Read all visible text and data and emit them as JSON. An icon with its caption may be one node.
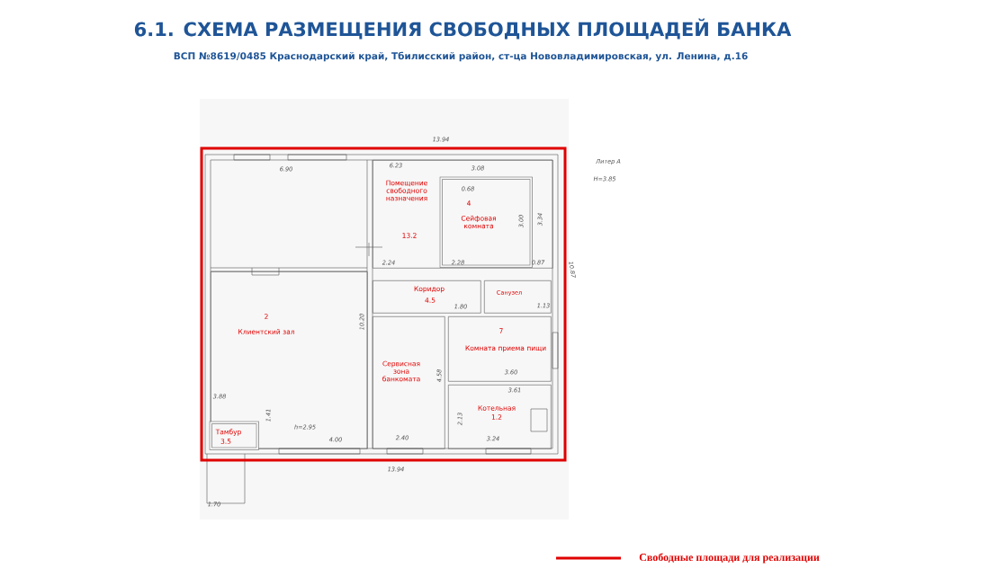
{
  "diagram": {
    "title": "6.1. СХЕМА РАЗМЕЩЕНИЯ СВОБОДНЫХ ПЛОЩАДЕЙ БАНКА",
    "nodes": [
      {
        "text": [
          "Помещение свободного назначения",
          "13.2"
        ]
      },
      {
        "text": [
          "4",
          "Сейфовая комната"
        ],
        "in": 0
      },
      {
        "text": [
          "2",
          "Клиентский зал"
        ]
      },
      {
        "text": [
          "Тамбур",
          "3.5"
        ],
        "in": 2
      },
      {
        "text": [
          "Коридор",
          "4.5"
        ]
      },
      {
        "text": [
          "Санузел"
        ]
      },
      {
        "text": [
          "Сервисная зона банкомата"
        ]
      },
      {
        "text": [
          "7",
          "Комната приема пищи"
        ]
      },
      {
        "text": [
          "Котельная",
          "1.2"
        ]
      }
    ],
    "edges": [],
    "labels": [
      "ВСП №8619/0485 Краснодарский край, Тбилисский район, ст-ца Нововладимировская, ул. Ленина, д.16",
      "13.94",
      "6.90",
      "6.23",
      "3.08",
      "0.68",
      "3.00",
      "3.34",
      "2.24",
      "2.28",
      "0.87",
      "10.87",
      "1.80",
      "1.13",
      "10.20",
      "3.88",
      "1.41",
      "h=2.95",
      "4.00",
      "2.40",
      "4.58",
      "3.60",
      "3.61",
      "2.13",
      "3.24",
      "13.94",
      "1.70",
      "Литер А",
      "Н=3.85"
    ],
    "legend": [
      {
        "text": "Свободные площади для реализации"
      }
    ]
  }
}
